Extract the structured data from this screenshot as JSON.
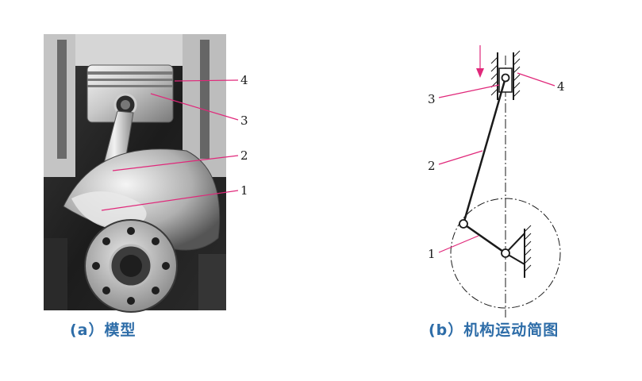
{
  "captions": {
    "model": "(a）模型",
    "kinematic": "(b）机构运动简图"
  },
  "model_callouts": [
    "4",
    "3",
    "2",
    "1"
  ],
  "diagram_callouts": [
    "3",
    "4",
    "2",
    "1"
  ],
  "colors": {
    "leader_line": "#e0287a",
    "caption": "#2e6da8",
    "ink": "#1a1a1a"
  },
  "icons": {
    "motion_arrow": "arrow-down-icon",
    "ground": "hatched-ground-icon"
  }
}
